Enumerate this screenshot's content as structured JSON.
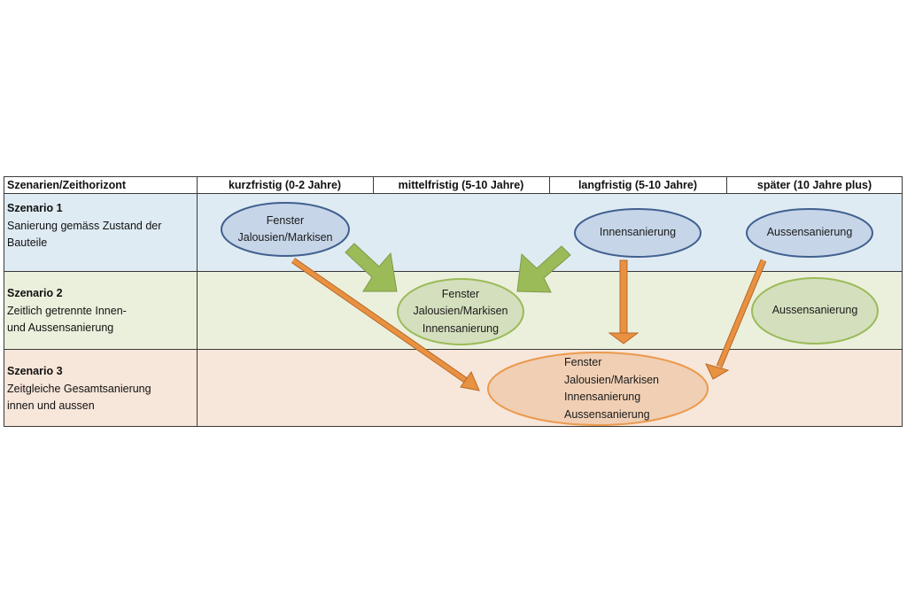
{
  "table": {
    "header": {
      "corner": "Szenarien/Zeithorizont",
      "columns": [
        "kurzfristig (0-2 Jahre)",
        "mittelfristig (5-10 Jahre)",
        "langfristig (5-10 Jahre)",
        "später (10 Jahre plus)"
      ]
    },
    "rows": [
      {
        "title": "Szenario 1",
        "description": "Sanierung gemäss Zustand der\nBauteile",
        "color": "#dfebf3"
      },
      {
        "title": "Szenario 2",
        "description": "Zeitlich getrennte Innen-\nund Aussensanierung",
        "color": "#ebf0dd"
      },
      {
        "title": "Szenario 3",
        "description": "Zeitgleiche Gesamtsanierung\ninnen und aussen",
        "color": "#f7e6da"
      }
    ]
  },
  "nodes": [
    {
      "id": "s1-fenster",
      "scenario": 1,
      "lines": [
        "Fenster",
        "Jalousien/Markisen"
      ],
      "style": "blue"
    },
    {
      "id": "s1-innen",
      "scenario": 1,
      "lines": [
        "Innensanierung"
      ],
      "style": "blue"
    },
    {
      "id": "s1-aussen",
      "scenario": 1,
      "lines": [
        "Aussensanierung"
      ],
      "style": "blue"
    },
    {
      "id": "s2-combined",
      "scenario": 2,
      "lines": [
        "Fenster",
        "Jalousien/Markisen",
        "Innensanierung"
      ],
      "style": "green"
    },
    {
      "id": "s2-aussen",
      "scenario": 2,
      "lines": [
        "Aussensanierung"
      ],
      "style": "green"
    },
    {
      "id": "s3-all",
      "scenario": 3,
      "lines": [
        "Fenster",
        "Jalousien/Markisen",
        "Innensanierung",
        "Aussensanierung"
      ],
      "style": "orange"
    }
  ],
  "arrows": [
    {
      "from": "s1-fenster",
      "to": "s2-combined",
      "style": "green-block"
    },
    {
      "from": "s1-innen",
      "to": "s2-combined",
      "style": "green-block"
    },
    {
      "from": "s1-fenster",
      "to": "s3-all",
      "style": "orange"
    },
    {
      "from": "s1-innen",
      "to": "s3-all",
      "style": "orange"
    },
    {
      "from": "s1-aussen",
      "to": "s3-all",
      "style": "orange"
    }
  ],
  "colors": {
    "blue_fill": "#c6d5e8",
    "blue_stroke": "#41608f",
    "green_fill": "#d4dfbd",
    "green_stroke": "#9bbb59",
    "orange_fill": "#f0cfb4",
    "orange_stroke": "#eb9a4d",
    "arrow_green": "#9bbb59",
    "arrow_green_stroke": "#7f9a47",
    "arrow_orange": "#e89140",
    "arrow_orange_stroke": "#b8692a"
  }
}
